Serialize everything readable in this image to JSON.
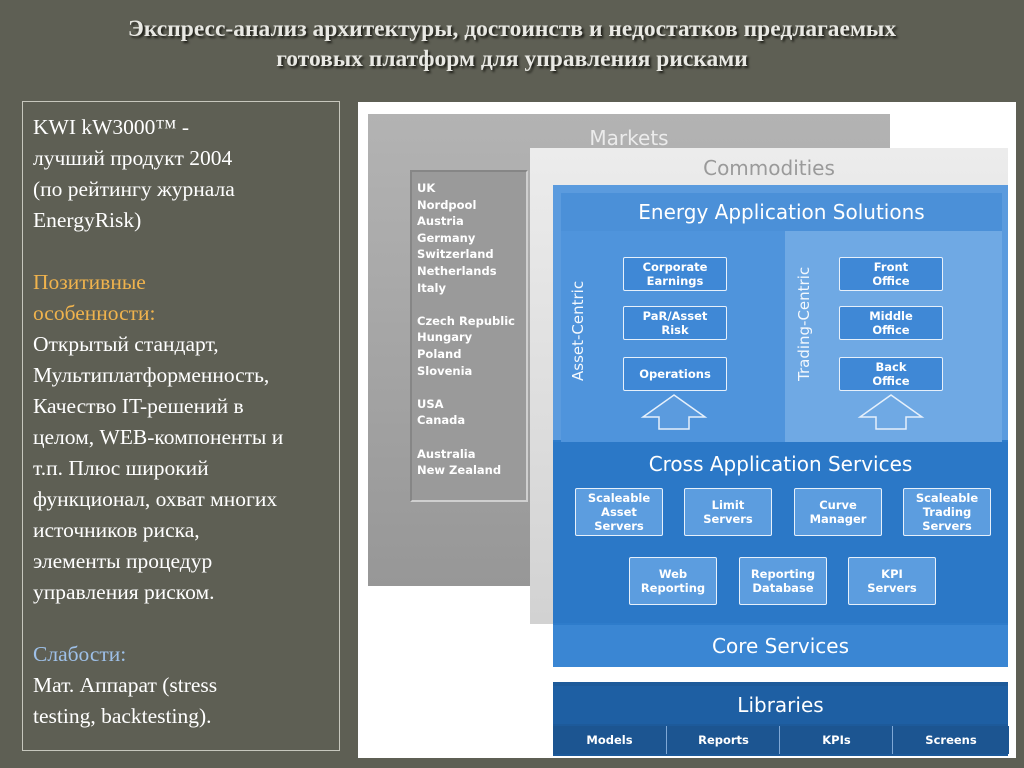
{
  "title": {
    "line1": "Экспресс-анализ архитектуры, достоинств и недостатков предлагаемых",
    "line2": "готовых платформ для управления рисками"
  },
  "text_panel": {
    "product": [
      "KWI kW3000™ -",
      "лучший продукт 2004",
      "(по рейтингу журнала",
      "EnergyRisk)"
    ],
    "positive_heading": [
      "Позитивные",
      "особенности:"
    ],
    "positive_body": [
      "Открытый стандарт,",
      "Мультиплатформенность,",
      "Качество IT-решений в",
      "целом, WEB-компоненты и",
      "т.п. Плюс широкий",
      "функционал, охват многих",
      "источников риска,",
      "элементы процедур",
      "управления риском."
    ],
    "weakness_heading": "Слабости:",
    "weakness_body": [
      "Мат. Аппарат (stress",
      "testing, backtesting)."
    ]
  },
  "colors": {
    "background": "#5e5f54",
    "positive_heading": "#f0b34d",
    "weakness_heading": "#9ec0e8",
    "accent_blue": "#2e7ccb"
  },
  "diagram": {
    "markets": {
      "title": "Markets",
      "countries": [
        "UK",
        "Nordpool",
        "Austria",
        "Germany",
        "Switzerland",
        "Netherlands",
        "Italy",
        "",
        "Czech Republic",
        "Hungary",
        "Poland",
        "Slovenia",
        "",
        "USA",
        "Canada",
        "",
        "Australia",
        "New Zealand"
      ]
    },
    "commodities": {
      "title": "Commodities"
    },
    "energy_solutions": {
      "title": "Energy Application Solutions",
      "asset_label": "Asset-Centric",
      "trading_label": "Trading-Centric",
      "asset_items": [
        {
          "l1": "Corporate",
          "l2": "Earnings"
        },
        {
          "l1": "PaR/Asset",
          "l2": "Risk"
        },
        {
          "l1": "Operations",
          "l2": ""
        }
      ],
      "trading_items": [
        {
          "l1": "Front",
          "l2": "Office"
        },
        {
          "l1": "Middle",
          "l2": "Office"
        },
        {
          "l1": "Back",
          "l2": "Office"
        }
      ]
    },
    "cross_services": {
      "title": "Cross Application Services",
      "row1": [
        {
          "l1": "Scaleable",
          "l2": "Asset",
          "l3": "Servers"
        },
        {
          "l1": "Limit",
          "l2": "Servers",
          "l3": ""
        },
        {
          "l1": "Curve",
          "l2": "Manager",
          "l3": ""
        },
        {
          "l1": "Scaleable",
          "l2": "Trading",
          "l3": "Servers"
        }
      ],
      "row2": [
        {
          "l1": "Web",
          "l2": "Reporting"
        },
        {
          "l1": "Reporting",
          "l2": "Database"
        },
        {
          "l1": "KPI",
          "l2": "Servers"
        }
      ]
    },
    "core_services": "Core Services",
    "libraries": {
      "title": "Libraries",
      "items": [
        "Models",
        "Reports",
        "KPIs",
        "Screens"
      ]
    }
  }
}
